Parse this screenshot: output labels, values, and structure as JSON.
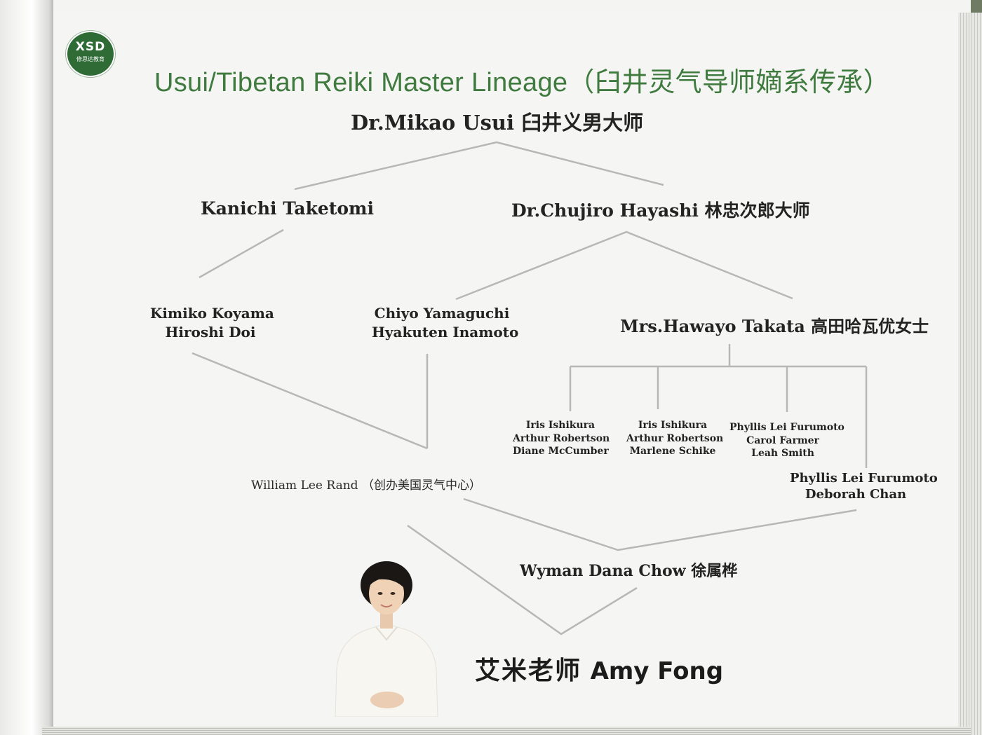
{
  "title": "Usui/Tibetan Reiki Master Lineage（臼井灵气导师嫡系传承）",
  "logo": {
    "mark": "XSD",
    "text": "修思达教育",
    "icon": "xsd-logo-icon",
    "color": "#2e6b35"
  },
  "lineage": {
    "root": "Dr.Mikao Usui 臼井义男大师",
    "taketomi": "Kanichi Taketomi",
    "hayashi": "Dr.Chujiro Hayashi 林忠次郎大师",
    "koyama_lines": [
      "Kimiko Koyama",
      "Hiroshi Doi"
    ],
    "yamaguchi_lines": [
      "Chiyo Yamaguchi",
      "Hyakuten Inamoto"
    ],
    "takata": "Mrs.Hawayo Takata 高田哈瓦优女士",
    "group1": [
      "Iris Ishikura",
      "Arthur Robertson",
      "Diane McCumber"
    ],
    "group2": [
      "Iris Ishikura",
      "Arthur Robertson",
      "Marlene Schike"
    ],
    "group3": [
      "Phyllis Lei Furumoto",
      "Carol Farmer",
      "Leah Smith"
    ],
    "furumoto_lines": [
      "Phyllis Lei Furumoto",
      "Deborah Chan"
    ],
    "rand": "William Lee Rand （创办美国灵气中心）",
    "chow": "Wyman Dana Chow 徐属桦",
    "teacher_cn": "艾米老师",
    "teacher_en": "Amy Fong"
  },
  "colors": {
    "title": "#3f7a3f",
    "lines": "#b7b7b7",
    "text": "#232323"
  }
}
